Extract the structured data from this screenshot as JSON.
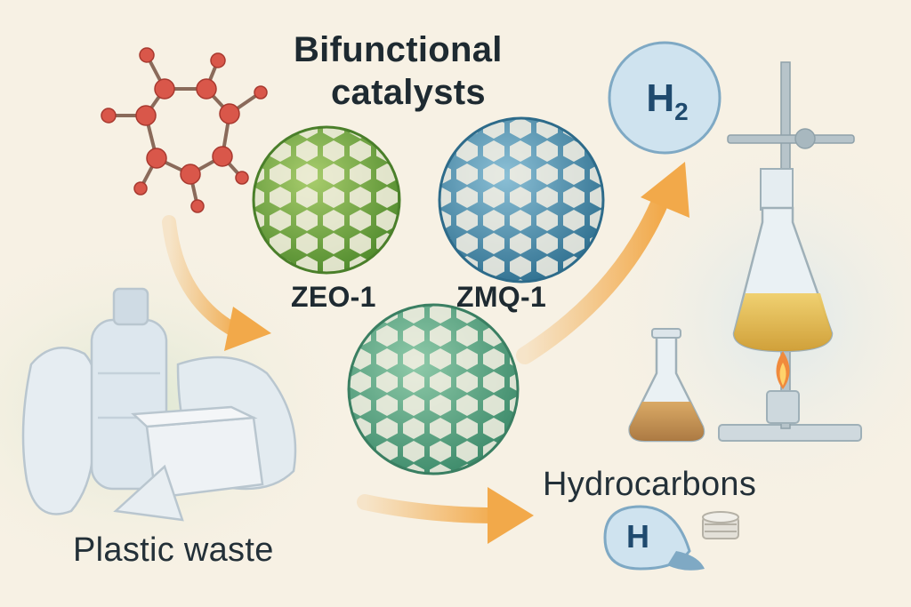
{
  "title": {
    "line1": "Bifunctional",
    "line2": "catalysts"
  },
  "catalysts": [
    {
      "label": "ZEO-1",
      "color": "#7aa844"
    },
    {
      "label": "ZMQ-1",
      "color": "#4e8fae"
    },
    {
      "label": "",
      "color": "#5fa58a"
    }
  ],
  "inputs": {
    "label": "Plastic waste"
  },
  "products": {
    "hydrogen": {
      "formula_main": "H",
      "formula_sub": "2"
    },
    "hydrocarbons": {
      "label": "Hydrocarbons",
      "symbol": "H"
    }
  },
  "colors": {
    "background": "#f7f1e4",
    "arrow": "#f2b25c",
    "atom": "#d9574a",
    "bubble": "#cfe3ef",
    "oil": "#d9b03f"
  },
  "icons": [
    "molecule-icon",
    "plastic-waste-icon",
    "lab-apparatus-icon",
    "flask-icon",
    "burner-flame-icon",
    "coin-stack-icon"
  ]
}
